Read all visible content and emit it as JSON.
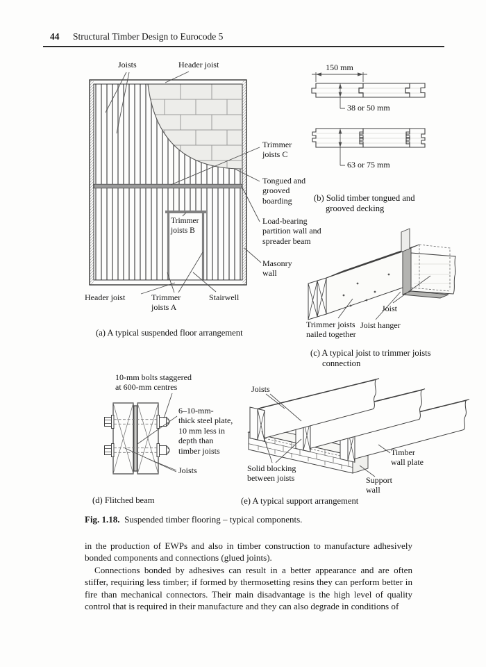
{
  "page": {
    "number": "44",
    "title": "Structural Timber Design to Eurocode 5"
  },
  "figure": {
    "number": "Fig. 1.18.",
    "caption": "Suspended timber flooring – typical components.",
    "a": {
      "caption": "(a) A typical suspended floor arrangement",
      "labels": {
        "joists": "Joists",
        "header_joist_top": "Header joist",
        "trimmer_c": "Trimmer\njoists C",
        "boarding": "Tongued and\ngrooved\nboarding",
        "partition": "Load-bearing\npartition wall and\nspreader beam",
        "masonry": "Masonry\nwall",
        "header_joist_bottom": "Header joist",
        "trimmer_a": "Trimmer\njoists A",
        "trimmer_b": "Trimmer\njoists B",
        "stairwell": "Stairwell"
      }
    },
    "b": {
      "caption": "(b) Solid timber tongued and grooved decking",
      "dims": {
        "board_width": "150 mm",
        "thin_depth": "38 or 50 mm",
        "thick_depth": "63 or 75 mm"
      }
    },
    "c": {
      "caption": "(c) A typical joist to trimmer joists connection",
      "labels": {
        "trimmer": "Trimmer joists\nnailed together",
        "hanger": "Joist hanger",
        "joist": "Joist"
      }
    },
    "d": {
      "caption": "(d) Flitched beam",
      "labels": {
        "bolts": "10-mm bolts staggered\nat 600-mm centres",
        "plate": "6–10-mm-\nthick steel plate,\n10 mm less in\ndepth than\ntimber joists",
        "joists": "Joists"
      }
    },
    "e": {
      "caption": "(e) A typical support arrangement",
      "labels": {
        "joists": "Joists",
        "blocking": "Solid blocking\nbetween joists",
        "wall_plate": "Timber\nwall plate",
        "support_wall": "Support\nwall"
      }
    }
  },
  "body": {
    "p1": "in the production of EWPs and also in timber construction to manufacture adhesively bonded components and connections (glued joints).",
    "p2": "Connections bonded by adhesives can result in a better appearance and are often stiffer, requiring less timber; if formed by thermosetting resins they can perform better in fire than mechanical connectors. Their main disadvantage is the high level of quality control that is required in their manufacture and they can also degrade in conditions of"
  }
}
